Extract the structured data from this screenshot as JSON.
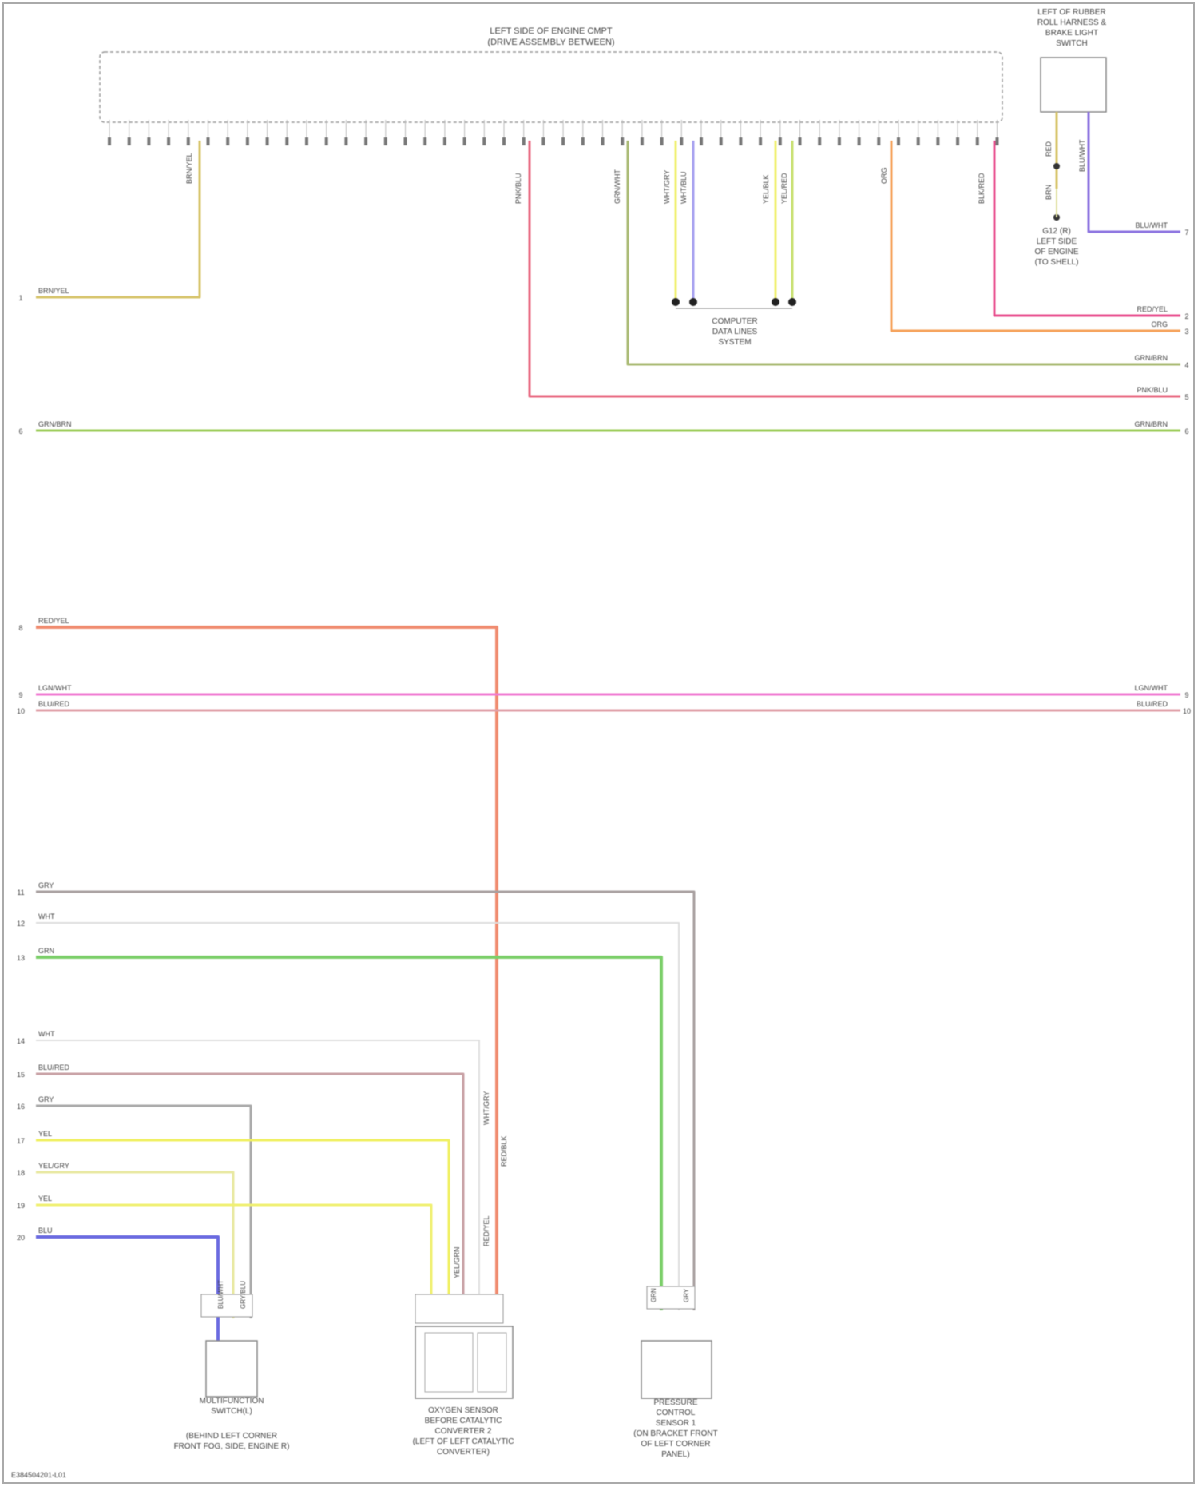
{
  "page": {
    "footer_code": "E384504201-L01",
    "border_color": "#999999"
  },
  "modules": {
    "main": {
      "title_lines": [
        "LEFT SIDE OF ENGINE CMPT",
        "(DRIVE ASSEMBLY BETWEEN)"
      ],
      "wire_labels": [
        "BRN/YEL",
        "PNK/BLU",
        "GRN/WHT",
        "WHT/GRY",
        "WHT/BLU",
        "YEL/BLK",
        "YEL/RED",
        "ORG",
        "BLK/RED"
      ]
    },
    "top_right": {
      "title_lines": [
        "LEFT OF RUBBER",
        "ROLL HARNESS &",
        "BRAKE LIGHT",
        "SWITCH"
      ],
      "wire_labels": [
        "RED",
        "BLU/WHT",
        "BRN"
      ]
    },
    "splice_g": {
      "lines": [
        "G12 (R)",
        "LEFT SIDE",
        "OF ENGINE",
        "(TO SHELL)"
      ]
    },
    "splice_c": {
      "lines": [
        "COMPUTER",
        "DATA LINES",
        "SYSTEM"
      ]
    },
    "bottom_1": {
      "box_lines": [
        "MULTIFUNCTION",
        "SWITCH(L)"
      ],
      "desc_lines": [
        "(BEHIND LEFT CORNER",
        "FRONT FOG, SIDE, ENGINE R)"
      ],
      "wire_labels": [
        "BLU/WHT",
        "GRY/BLU"
      ]
    },
    "bottom_2": {
      "desc_lines": [
        "OXYGEN SENSOR",
        "BEFORE CATALYTIC",
        "CONVERTER 2",
        "(LEFT OF LEFT CATALYTIC",
        "CONVERTER)"
      ],
      "wire_labels": [
        "WHT/GRY",
        "RED/BLK",
        "YEL/GRN",
        "RED/YEL"
      ]
    },
    "bottom_3": {
      "desc_lines": [
        "PRESSURE",
        "CONTROL",
        "SENSOR 1",
        "(ON BRACKET FRONT",
        "OF LEFT CORNER",
        "PANEL)"
      ],
      "wire_labels": [
        "GRN",
        "GRY"
      ]
    }
  },
  "connections": [
    {
      "num": "1",
      "label_left": "BRN/YEL",
      "label_right": "",
      "color": "#d7c46a"
    },
    {
      "num": "2",
      "label_left": "",
      "label_right": "RED/YEL",
      "color": "#e8508f"
    },
    {
      "num": "3",
      "label_left": "",
      "label_right": "ORG",
      "color": "#f5a15a"
    },
    {
      "num": "4",
      "label_left": "",
      "label_right": "GRN/BRN",
      "color": "#a9ba72"
    },
    {
      "num": "5",
      "label_left": "",
      "label_right": "PNK/BLU",
      "color": "#e86a82"
    },
    {
      "num": "6",
      "label_left": "GRN/BRN",
      "label_right": "GRN/BRN",
      "color": "#9ccc5a"
    },
    {
      "num": "7",
      "label_left": "",
      "label_right": "BLU/WHT",
      "color": "#8c73e0"
    },
    {
      "num": "8",
      "label_left": "RED/YEL",
      "label_right": "",
      "color": "#f08c70"
    },
    {
      "num": "9",
      "label_left": "LGN/WHT",
      "label_right": "LGN/WHT",
      "color": "#f07ad2"
    },
    {
      "num": "10",
      "label_left": "BLU/RED",
      "label_right": "BLU/RED",
      "color": "#e0a0a8"
    },
    {
      "num": "11",
      "label_left": "GRY",
      "label_right": "",
      "color": "#a8a0a0"
    },
    {
      "num": "12",
      "label_left": "WHT",
      "label_right": "",
      "color": "#dddddd"
    },
    {
      "num": "13",
      "label_left": "GRN",
      "label_right": "",
      "color": "#7ccf6a"
    },
    {
      "num": "14",
      "label_left": "WHT",
      "label_right": "",
      "color": "#e0e0e0"
    },
    {
      "num": "15",
      "label_left": "BLU/RED",
      "label_right": "",
      "color": "#c8a0a4"
    },
    {
      "num": "16",
      "label_left": "GRY",
      "label_right": "",
      "color": "#a9a9a9"
    },
    {
      "num": "17",
      "label_left": "YEL",
      "label_right": "",
      "color": "#f0f060"
    },
    {
      "num": "18",
      "label_left": "YEL/GRY",
      "label_right": "",
      "color": "#e8e8a0"
    },
    {
      "num": "19",
      "label_left": "YEL",
      "label_right": "",
      "color": "#f0f070"
    },
    {
      "num": "20",
      "label_left": "BLU",
      "label_right": "",
      "color": "#6a6ae0"
    }
  ]
}
